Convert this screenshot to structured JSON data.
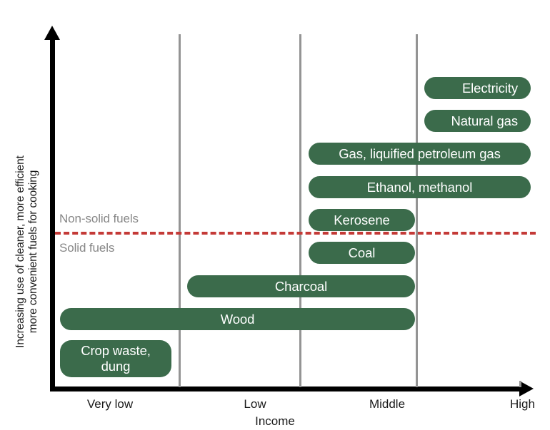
{
  "chart_data": {
    "type": "bar",
    "title": "",
    "subtitle": "",
    "xlabel": "Income",
    "ylabel": "Increasing use of cleaner, more efficient\nmore convenient fuels for cooking",
    "grid": true,
    "legend": "none",
    "x_categories": [
      "Very low",
      "Low",
      "Middle",
      "High"
    ],
    "x_axis_note": "Ordinal income ladder; bars are horizontal ranges spanning income levels",
    "divider": {
      "label_above": "Non-solid fuels",
      "label_below": "Solid fuels",
      "color": "#c43a37",
      "style": "dashed"
    },
    "bar_color": "#3b6b4b",
    "gridline_color": "#949494",
    "axis_color": "#000000",
    "bars": [
      {
        "label": "Electricity",
        "x_start": "Middle-high",
        "x_end": "High",
        "align": "right"
      },
      {
        "label": "Natural gas",
        "x_start": "Middle-high",
        "x_end": "High",
        "align": "right"
      },
      {
        "label": "Gas, liquified petroleum gas",
        "x_start": "Low-middle",
        "x_end": "High",
        "align": "center"
      },
      {
        "label": "Ethanol, methanol",
        "x_start": "Low-middle",
        "x_end": "High",
        "align": "center"
      },
      {
        "label": "Kerosene",
        "x_start": "Low-middle",
        "x_end": "Middle-high",
        "align": "center"
      },
      {
        "label": "Coal",
        "x_start": "Low-middle",
        "x_end": "Middle-high",
        "align": "center"
      },
      {
        "label": "Charcoal",
        "x_start": "Very low-low",
        "x_end": "Middle-high",
        "align": "center"
      },
      {
        "label": "Wood",
        "x_start": "Very low",
        "x_end": "Middle-high",
        "align": "center"
      },
      {
        "label": "Crop waste,\ndung",
        "x_start": "Very low",
        "x_end": "Very low-low",
        "align": "center"
      }
    ]
  },
  "axes": {
    "x_title": "Income",
    "y_title": "Increasing use of cleaner, more efficient\nmore convenient fuels for cooking",
    "x_ticks": [
      "Very low",
      "Low",
      "Middle",
      "High"
    ]
  },
  "regions": {
    "non_solid": "Non-solid fuels",
    "solid": "Solid fuels"
  },
  "bars": {
    "electricity": "Electricity",
    "natural_gas": "Natural gas",
    "lpg": "Gas, liquified petroleum gas",
    "ethanol": "Ethanol, methanol",
    "kerosene": "Kerosene",
    "coal": "Coal",
    "charcoal": "Charcoal",
    "wood": "Wood",
    "crop_waste": "Crop waste,\ndung"
  }
}
